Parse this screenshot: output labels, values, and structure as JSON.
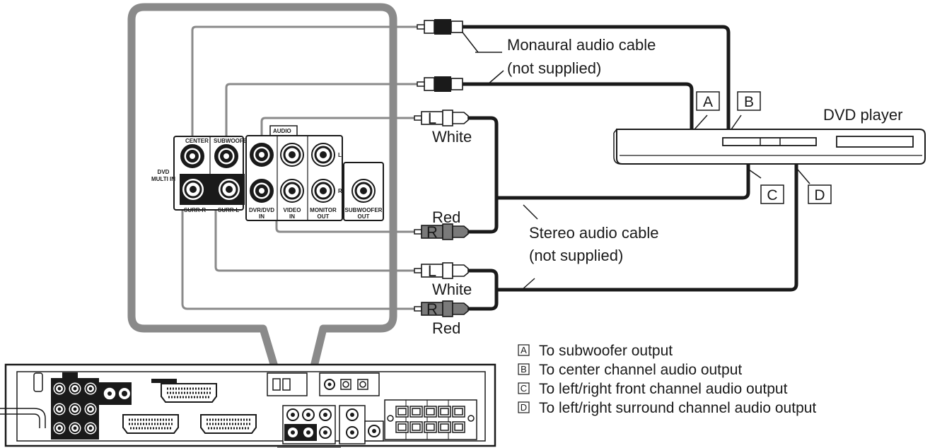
{
  "labels": {
    "monaural_cable_line1": "Monaural audio cable",
    "monaural_cable_line2": "(not supplied)",
    "stereo_cable_line1": "Stereo audio cable",
    "stereo_cable_line2": "(not supplied)",
    "dvd_player": "DVD player",
    "white_1": "White",
    "red_1": "Red",
    "white_2": "White",
    "red_2": "Red"
  },
  "plug_letters": {
    "left": "L",
    "right": "R"
  },
  "connection_boxes": {
    "a": "A",
    "b": "B",
    "c": "C",
    "d": "D"
  },
  "panel": {
    "audio_header": "AUDIO",
    "dvd_multi_in_line1": "DVD",
    "dvd_multi_in_line2": "MULTI IN",
    "center": "CENTER",
    "subwoofer": "SUBWOOFER",
    "surr_r": "SURR-R",
    "surr_l": "SURR-L",
    "dvr_dvd_in_line1": "DVR/DVD",
    "dvr_dvd_in_line2": "IN",
    "video_in_line1": "VIDEO",
    "video_in_line2": "IN",
    "monitor_out_line1": "MONITOR",
    "monitor_out_line2": "OUT",
    "subwoofer_out_line1": "SUBWOOFER",
    "subwoofer_out_line2": "OUT",
    "channel_l": "L",
    "channel_r": "R"
  },
  "legend": [
    {
      "key": "A",
      "text": "To subwoofer output"
    },
    {
      "key": "B",
      "text": "To center channel audio output"
    },
    {
      "key": "C",
      "text": "To left/right front channel audio output"
    },
    {
      "key": "D",
      "text": "To left/right surround channel audio output"
    }
  ],
  "colors": {
    "line": "#1a1a1a",
    "callout_frame": "#8a8a8a",
    "red_plug": "#7a7a7a",
    "white_plug": "#ffffff"
  }
}
